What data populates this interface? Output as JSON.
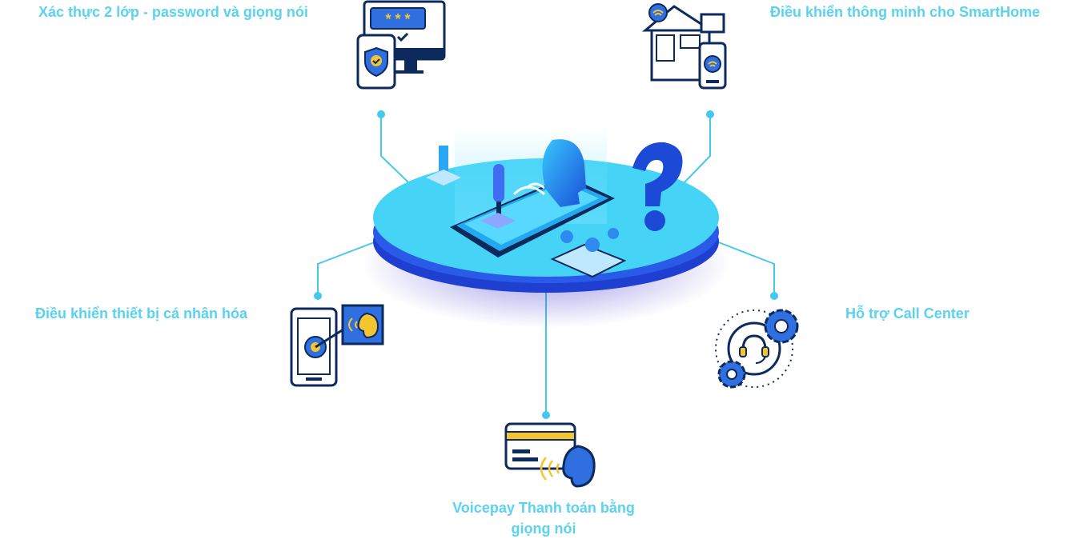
{
  "labels": {
    "auth": "Xác thực 2 lớp - password và giọng nói",
    "smarthome": "Điều khiển thông minh cho SmartHome",
    "personal": "Điều khiển thiết bị cá nhân hóa",
    "callcenter": "Hỗ trợ Call Center",
    "voicepay_line1": "Voicepay Thanh toán bằng",
    "voicepay_line2": "giọng nói"
  },
  "auth_icon": {
    "password_mask": "* * *"
  },
  "colors": {
    "label": "#5ad2f0",
    "connector": "#45c8ee",
    "outline": "#0d2a5c",
    "accent_blue": "#2f6fe0",
    "accent_yellow": "#f5c531",
    "platform": "#45d3f6"
  }
}
